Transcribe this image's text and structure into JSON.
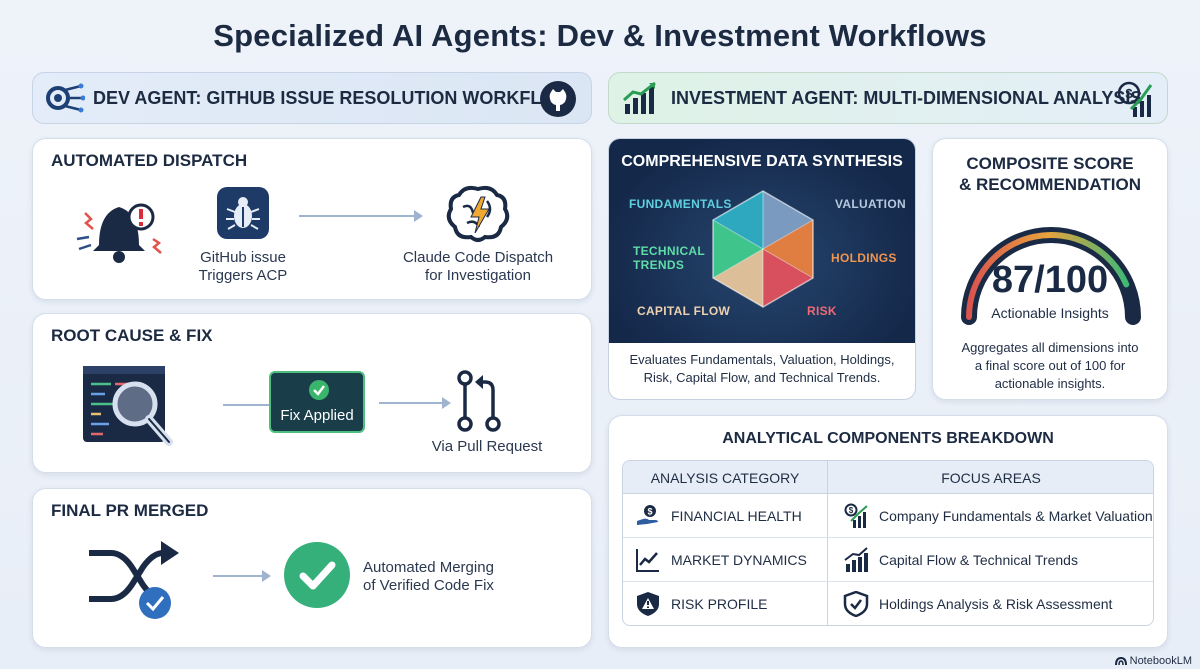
{
  "title": "Specialized AI Agents: Dev & Investment Workflows",
  "dev_banner": {
    "label": "DEV AGENT: GITHUB ISSUE RESOLUTION WORKFLOW"
  },
  "invest_banner": {
    "label": "INVESTMENT AGENT: MULTI-DIMENSIONAL ANALYSIS"
  },
  "dispatch": {
    "title": "AUTOMATED DISPATCH",
    "step1": [
      "GitHub issue",
      "Triggers ACP"
    ],
    "step2": [
      "Claude Code Dispatch",
      "for Investigation"
    ]
  },
  "rootcause": {
    "title": "ROOT CAUSE & FIX",
    "fix_label": "Fix Applied",
    "pr_label": "Via Pull Request"
  },
  "merged": {
    "title": "FINAL PR MERGED",
    "caption": [
      "Automated Merging",
      "of Verified Code Fix"
    ]
  },
  "synthesis": {
    "title": "COMPREHENSIVE DATA SYNTHESIS",
    "labels": {
      "fundamentals": "FUNDAMENTALS",
      "valuation": "VALUATION",
      "technical": [
        "TECHNICAL",
        "TRENDS"
      ],
      "holdings": "HOLDINGS",
      "capital": "CAPITAL FLOW",
      "risk": "RISK"
    },
    "caption": [
      "Evaluates Fundamentals, Valuation, Holdings,",
      "Risk, Capital Flow, and Technical Trends."
    ],
    "colors": {
      "fundamentals": "#3fb9c9",
      "valuation": "#8fa6c4",
      "technical": "#4ccf9a",
      "holdings": "#e8894a",
      "capital": "#e6c9a4",
      "risk": "#e0626a"
    }
  },
  "score": {
    "title": [
      "COMPOSITE SCORE",
      "& RECOMMENDATION"
    ],
    "value": "87/100",
    "score_fraction": 0.87,
    "subtitle": "Actionable Insights",
    "caption": [
      "Aggregates all dimensions into",
      "a final score out of 100 for",
      "actionable insights."
    ]
  },
  "breakdown": {
    "title": "ANALYTICAL COMPONENTS BREAKDOWN",
    "headers": [
      "ANALYSIS CATEGORY",
      "FOCUS AREAS"
    ],
    "rows": [
      {
        "category": "FINANCIAL HEALTH",
        "focus": "Company Fundamentals & Market Valuation",
        "icon": "hand-coin-icon",
        "focus_icon": "chart-bars-dollar-icon"
      },
      {
        "category": "MARKET DYNAMICS",
        "focus": "Capital Flow & Technical Trends",
        "icon": "line-chart-icon",
        "focus_icon": "bar-chart-up-icon"
      },
      {
        "category": "RISK PROFILE",
        "focus": "Holdings Analysis & Risk Assessment",
        "icon": "warning-shield-icon",
        "focus_icon": "shield-check-icon"
      }
    ]
  },
  "footer": {
    "brand": "NotebookLM"
  }
}
